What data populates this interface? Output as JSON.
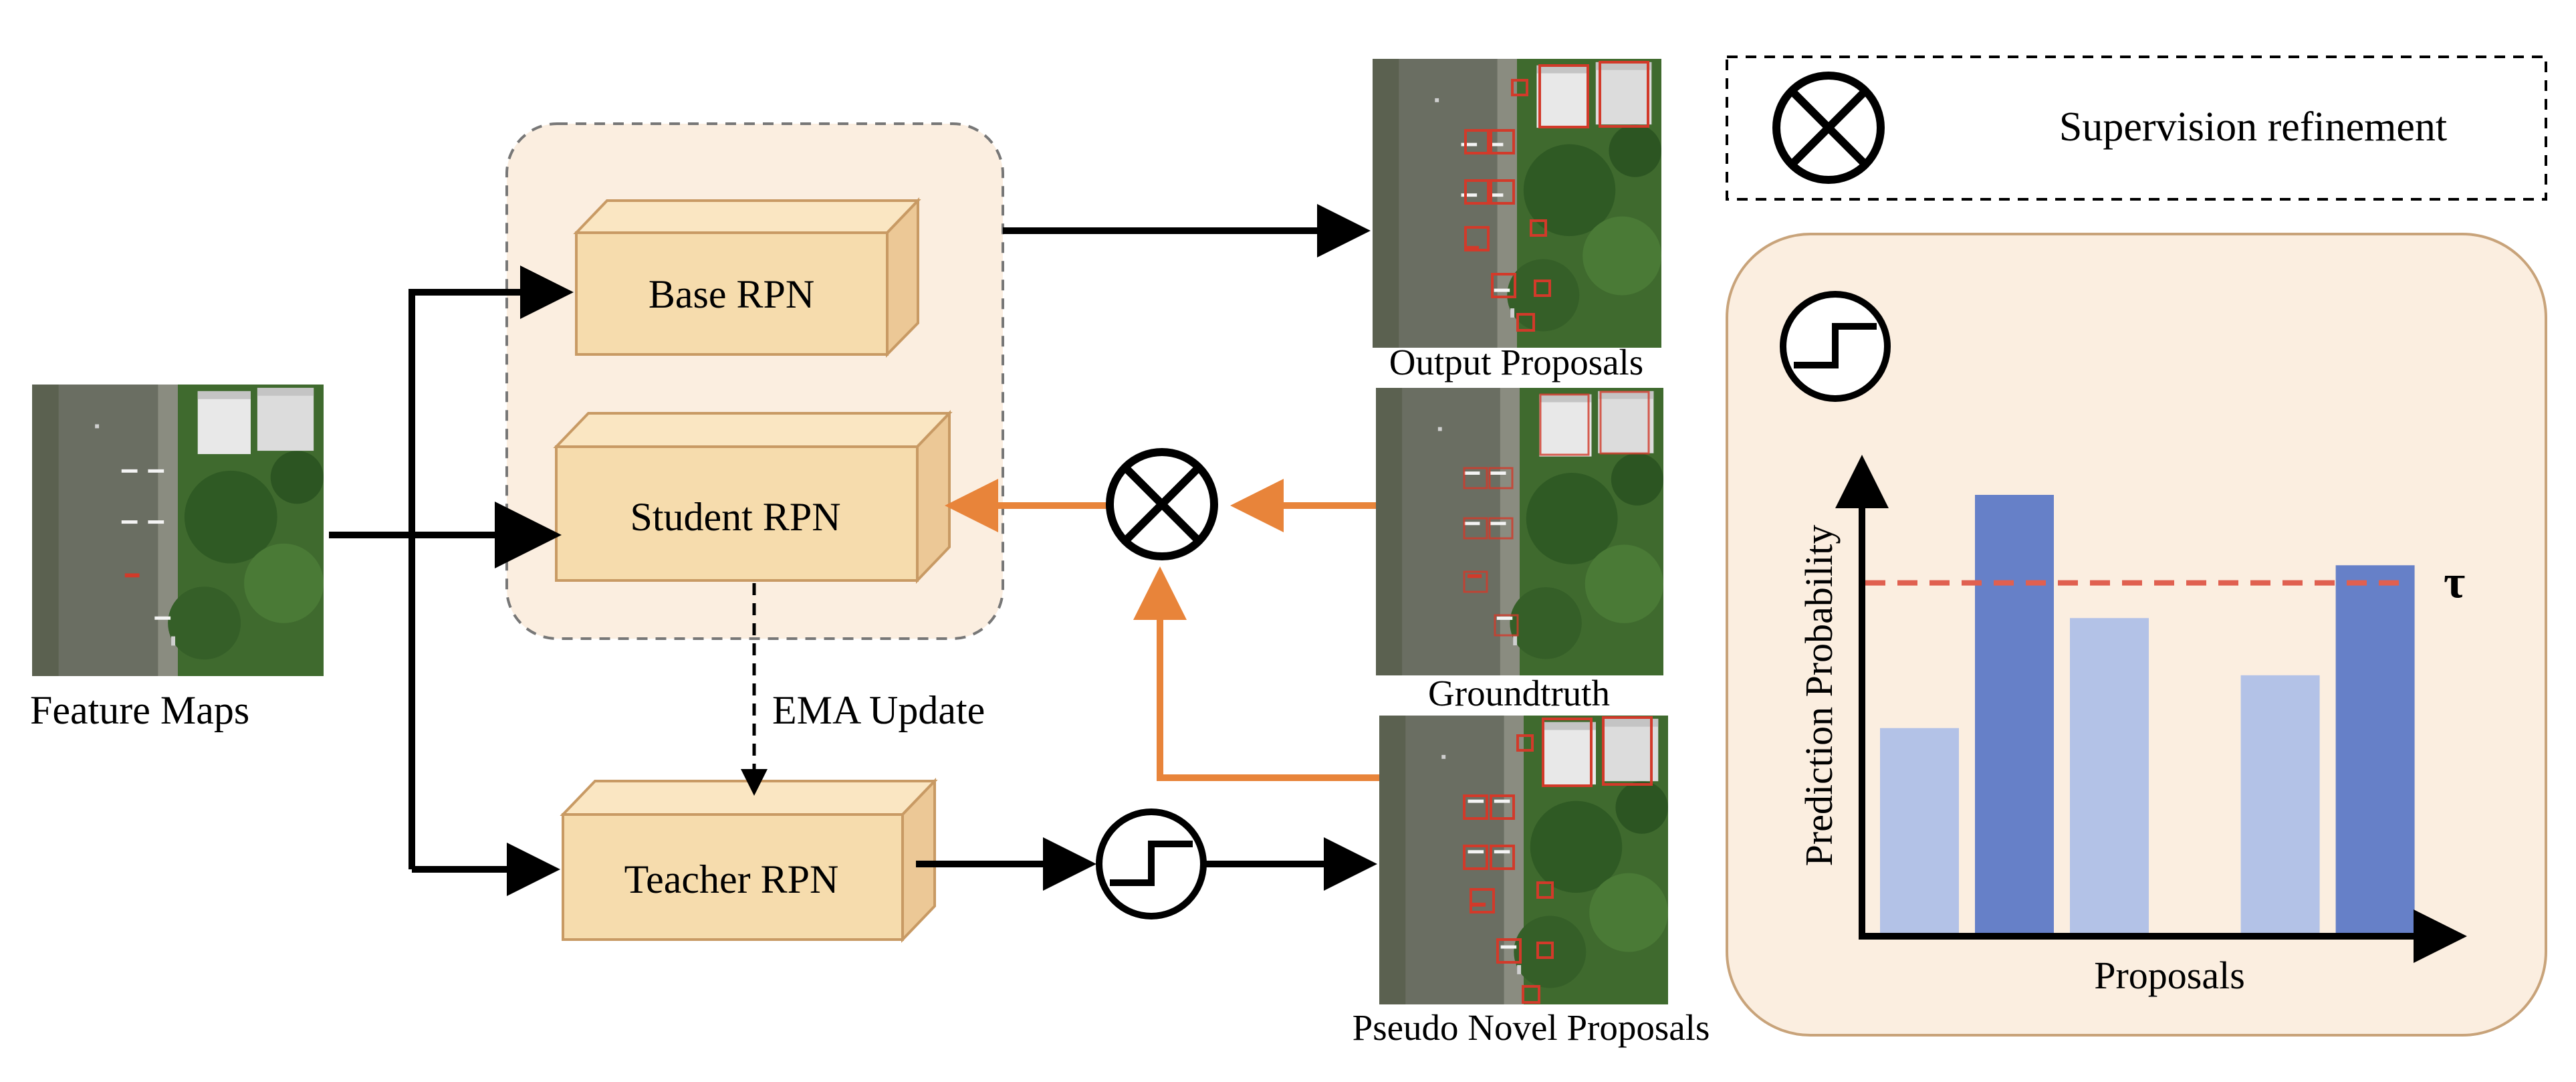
{
  "labels": {
    "feature_maps": "Feature  Maps",
    "ema_update": "EMA Update",
    "output_proposals": "Output Proposals",
    "groundtruth": "Groundtruth",
    "pseudo_novel_proposals": "Pseudo Novel Proposals",
    "legend_supervision": "Supervision refinement"
  },
  "blocks": {
    "base_rpn": "Base RPN",
    "student_rpn": "Student RPN",
    "teacher_rpn": "Teacher RPN"
  },
  "chart_data": {
    "type": "bar",
    "xlabel": "Proposals",
    "ylabel": "Prediction Probability",
    "threshold_label": "τ",
    "threshold": 0.8,
    "ylim": [
      0,
      1.1
    ],
    "bars": [
      {
        "slot": 0,
        "value": 0.47,
        "above_threshold": false
      },
      {
        "slot": 1,
        "value": 1.0,
        "above_threshold": true
      },
      {
        "slot": 2,
        "value": 0.72,
        "above_threshold": false
      },
      {
        "slot": 3.8,
        "value": 0.59,
        "above_threshold": false
      },
      {
        "slot": 4.8,
        "value": 0.84,
        "above_threshold": true
      }
    ]
  },
  "colors": {
    "block_fill": "#f6dcad",
    "block_top": "#fae6c2",
    "block_side": "#ecc896",
    "block_stroke": "#c89a64",
    "panel_fill": "#fbeee0",
    "orange_arrow": "#e8843a",
    "bar_light": "#b3c2e7",
    "bar_dark": "#6680c8",
    "threshold_line": "#e06050"
  }
}
